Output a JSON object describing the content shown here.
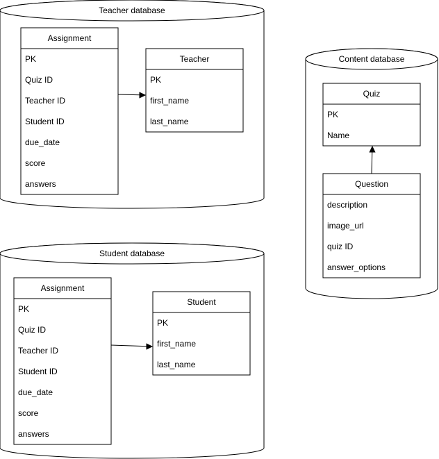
{
  "databases": {
    "teacher_db": {
      "label": "Teacher database",
      "tables": {
        "assignment": {
          "name": "Assignment",
          "fields": [
            "PK",
            "Quiz ID",
            "Teacher ID",
            "Student ID",
            "due_date",
            "score",
            "answers"
          ]
        },
        "teacher": {
          "name": "Teacher",
          "fields": [
            "PK",
            "first_name",
            "last_name"
          ]
        }
      }
    },
    "student_db": {
      "label": "Student database",
      "tables": {
        "assignment": {
          "name": "Assignment",
          "fields": [
            "PK",
            "Quiz ID",
            "Teacher ID",
            "Student ID",
            "due_date",
            "score",
            "answers"
          ]
        },
        "student": {
          "name": "Student",
          "fields": [
            "PK",
            "first_name",
            "last_name"
          ]
        }
      }
    },
    "content_db": {
      "label": "Content database",
      "tables": {
        "quiz": {
          "name": "Quiz",
          "fields": [
            "PK",
            "Name"
          ]
        },
        "question": {
          "name": "Question",
          "fields": [
            "description",
            "image_url",
            "quiz ID",
            "answer_options"
          ]
        }
      }
    }
  },
  "edges": [
    {
      "from": "teacher_db.assignment",
      "to": "teacher_db.teacher"
    },
    {
      "from": "student_db.assignment",
      "to": "student_db.student"
    },
    {
      "from": "content_db.question",
      "to": "content_db.quiz"
    }
  ]
}
